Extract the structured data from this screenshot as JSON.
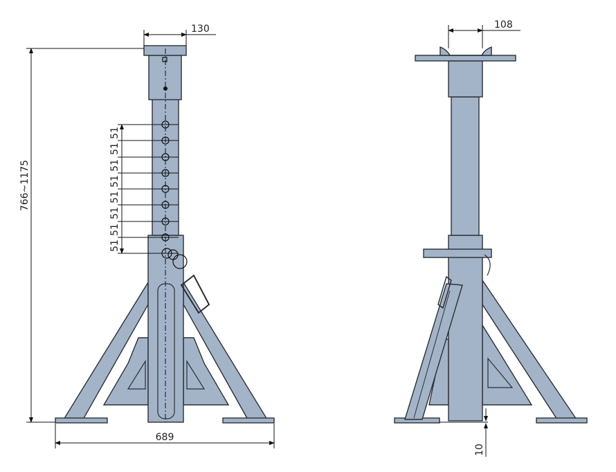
{
  "drawing": {
    "title": "Jack stand dimension drawing",
    "fill_color": "#a3b4c8",
    "front_view": {
      "top_width": "130",
      "height_range": "766~1175",
      "base_width": "689",
      "hole_pitch_labels": [
        "51",
        "51",
        "51",
        "51",
        "51",
        "51",
        "51",
        "51"
      ]
    },
    "side_view": {
      "saddle_width": "108",
      "ground_clearance": "10"
    }
  }
}
